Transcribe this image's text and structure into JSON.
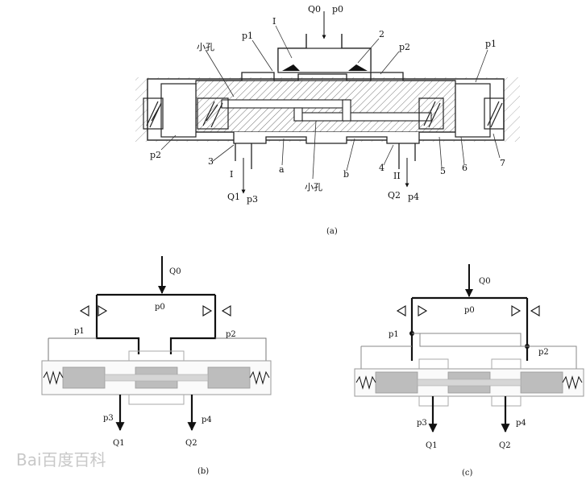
{
  "figure_a": {
    "caption": "(a)",
    "labels": {
      "q0": "Q0",
      "p0": "p0",
      "p1_left": "p1",
      "p2_right": "p2",
      "p1_far_right": "p1",
      "p2_far_left": "p2",
      "small_hole_top": "小孔",
      "small_hole_bottom": "小孔",
      "n1_top": "I",
      "n2": "2",
      "n3": "3",
      "n4": "4",
      "n5": "5",
      "n6": "6",
      "n7": "7",
      "a": "a",
      "b": "b",
      "n1_bottom": "I",
      "n2_bottom": "II",
      "q1": "Q1",
      "p3": "p3",
      "q2": "Q2",
      "p4": "p4"
    }
  },
  "figure_b": {
    "caption": "(b)",
    "labels": {
      "q0": "Q0",
      "p0": "p0",
      "p1": "p1",
      "p2": "p2",
      "p3": "p3",
      "p4": "p4",
      "q1": "Q1",
      "q2": "Q2"
    }
  },
  "figure_c": {
    "caption": "(c)",
    "labels": {
      "q0": "Q0",
      "p0": "p0",
      "p1": "p1",
      "p2": "p2",
      "p3": "p3",
      "p4": "p4",
      "q1": "Q1",
      "q2": "Q2"
    }
  },
  "watermark": {
    "text": "Bai百度百科"
  }
}
